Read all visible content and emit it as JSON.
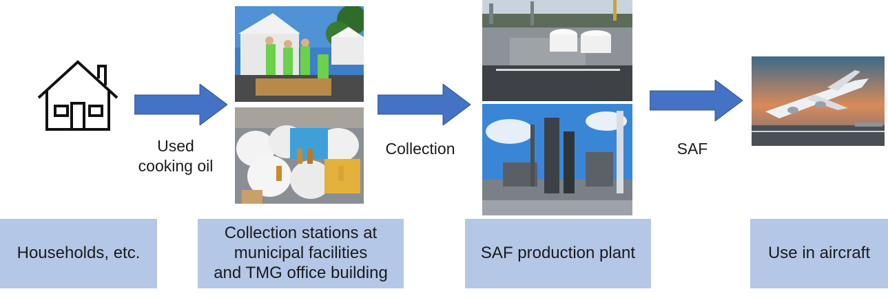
{
  "flow_labels": {
    "step1_line1": "Used",
    "step1_line2": "cooking oil",
    "step2": "Collection",
    "step3": "SAF"
  },
  "boxes": {
    "households": "Households, etc.",
    "collection_line1": "Collection stations at",
    "collection_line2": "municipal facilities",
    "collection_line3": "and TMG office building",
    "plant": "SAF production plant",
    "aircraft": "Use in aircraft"
  },
  "icons": [
    "house-icon",
    "arrow-right-icon",
    "collection-tent-photo",
    "collected-oil-photo",
    "saf-plant-aerial-photo",
    "saf-plant-tower-photo",
    "aircraft-photo"
  ],
  "colors": {
    "arrow": "#4472c4",
    "box": "#b4c7e7"
  }
}
